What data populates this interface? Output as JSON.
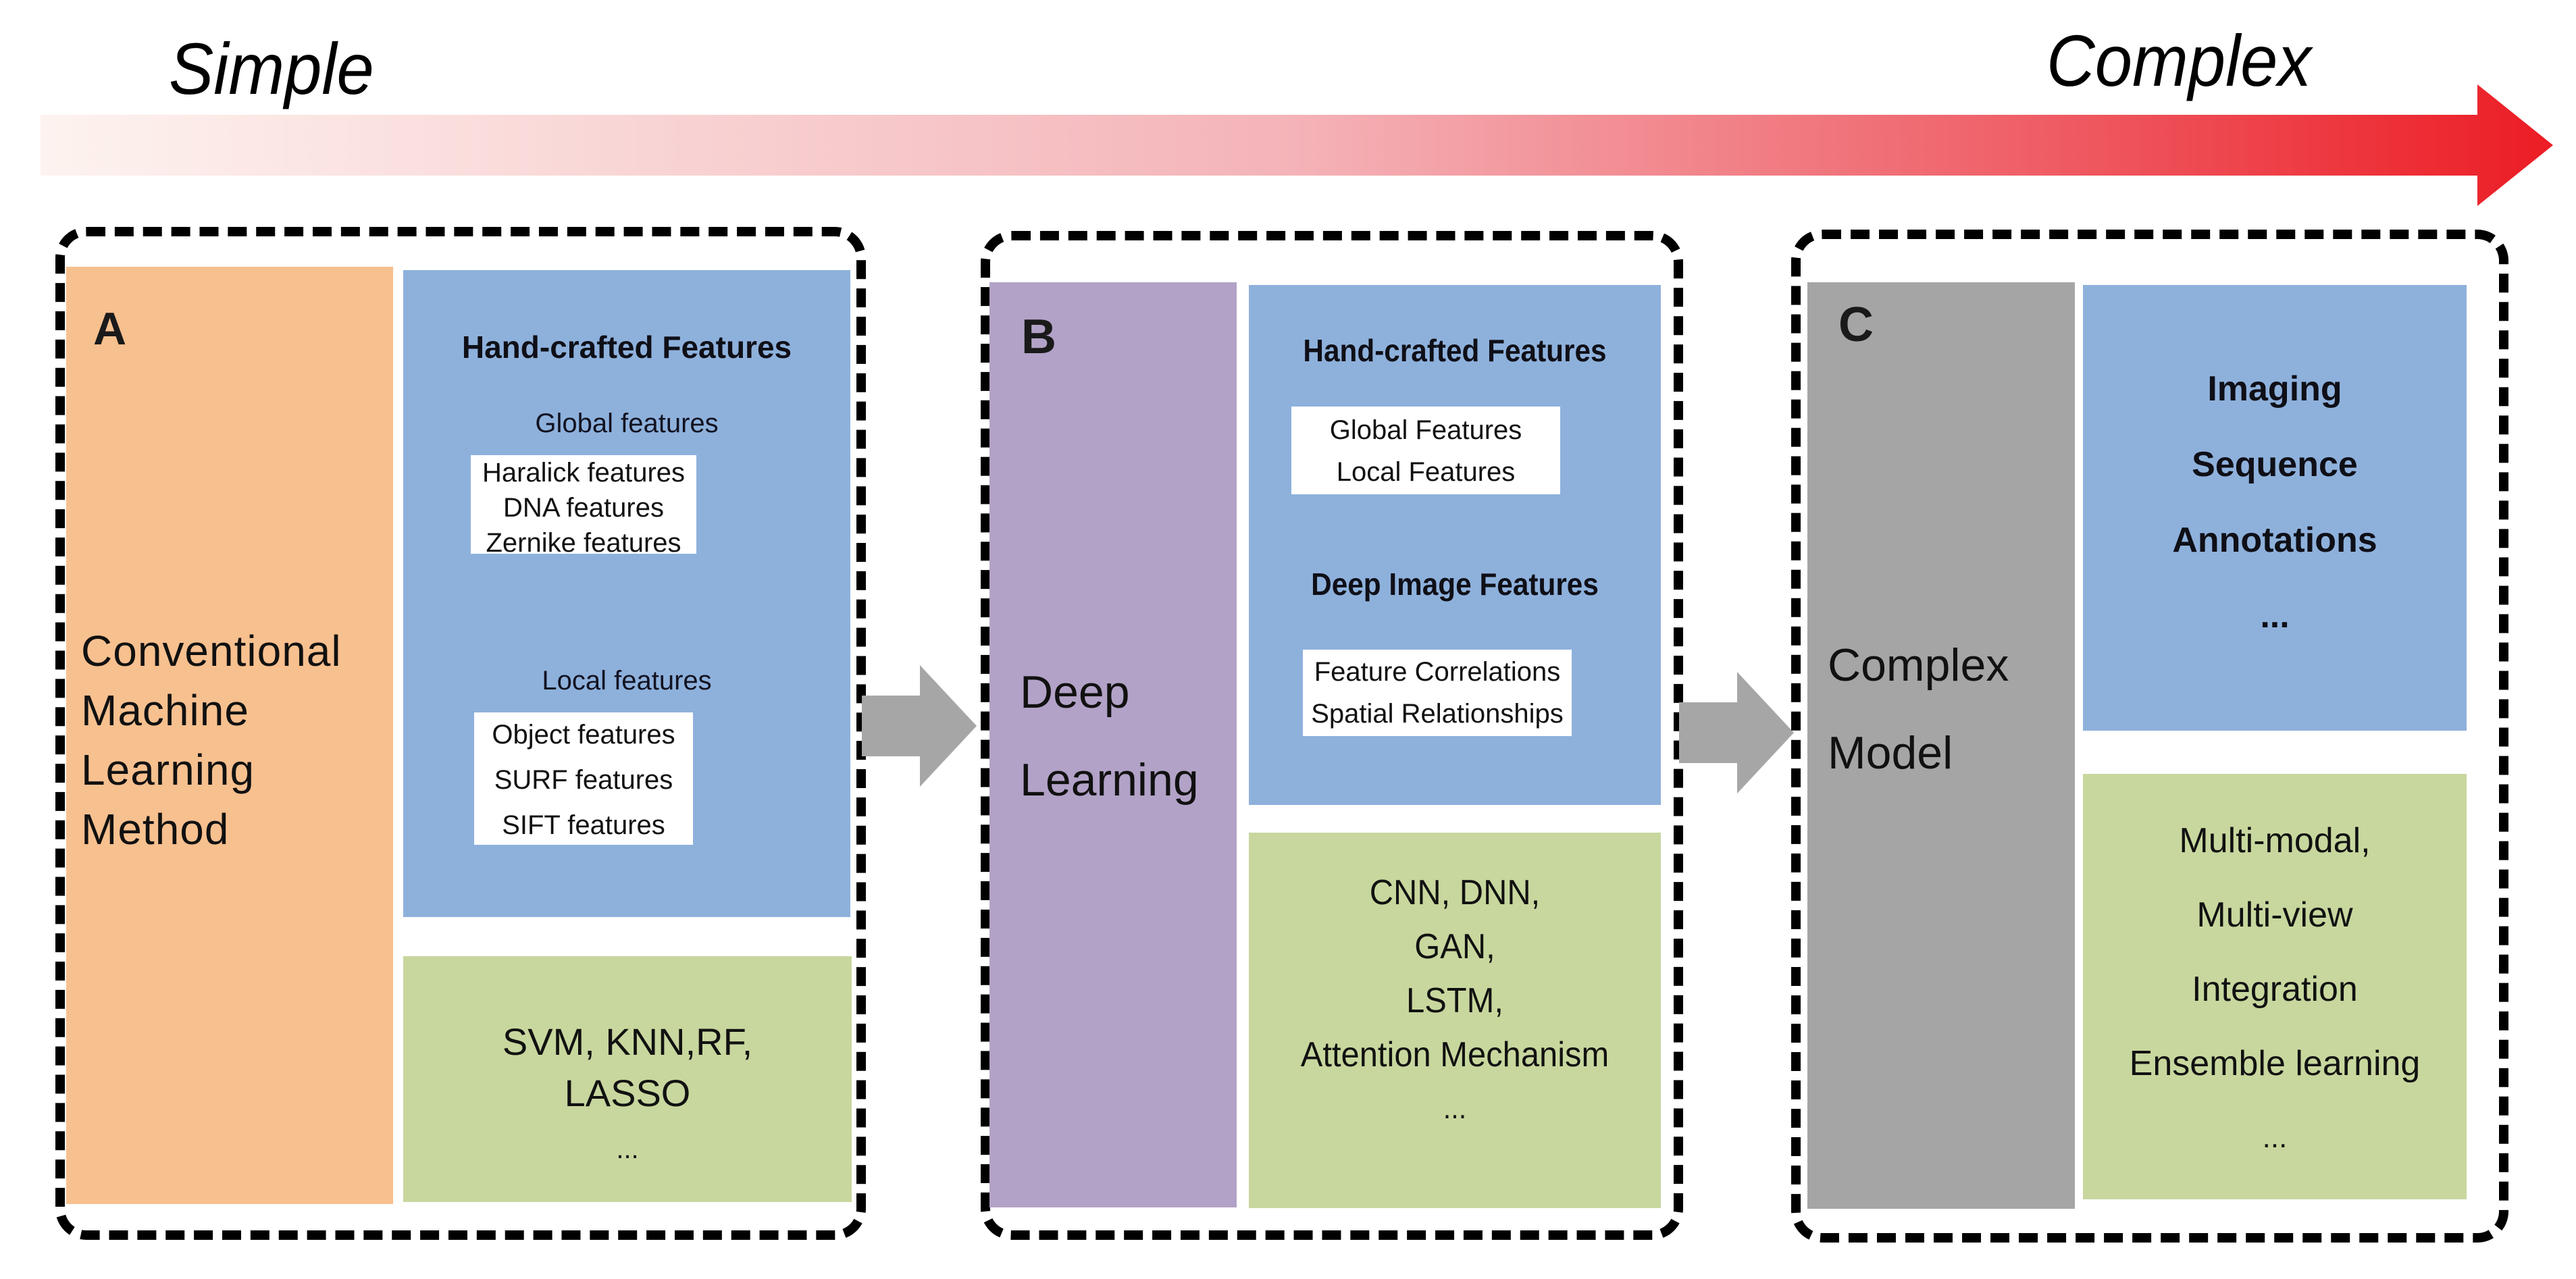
{
  "scale": {
    "start_label": "Simple",
    "end_label": "Complex",
    "arrow_colors": {
      "start": "#fdf3ef",
      "end": "#ec1c24"
    }
  },
  "colors": {
    "panel_a_main": "#f7c08f",
    "panel_b_main": "#b2a2c7",
    "panel_c_main": "#a5a5a5",
    "features_box": "#8eb1dc",
    "methods_box": "#c8d79e",
    "connector_arrow": "#a6a6a6"
  },
  "panels": [
    {
      "letter": "A",
      "title_lines": [
        "Conventional",
        "Machine",
        "Learning",
        "Method"
      ],
      "features": {
        "heading": "Hand-crafted Features",
        "groups": [
          {
            "label": "Global features",
            "items": [
              "Haralick features",
              "DNA features",
              "Zernike features"
            ]
          },
          {
            "label": "Local features",
            "items": [
              "Object features",
              "SURF features",
              "SIFT features"
            ]
          }
        ]
      },
      "methods": [
        "SVM, KNN,RF,",
        "LASSO",
        "..."
      ]
    },
    {
      "letter": "B",
      "title_lines": [
        "Deep",
        "Learning"
      ],
      "features": {
        "groups": [
          {
            "label": "Hand-crafted Features",
            "items": [
              "Global Features",
              "Local Features"
            ]
          },
          {
            "label": "Deep Image Features",
            "items": [
              "Feature Correlations",
              "Spatial Relationships"
            ]
          }
        ]
      },
      "methods": [
        "CNN, DNN,",
        "GAN,",
        "LSTM,",
        "Attention Mechanism",
        "..."
      ]
    },
    {
      "letter": "C",
      "title_lines": [
        "Complex",
        "Model"
      ],
      "features": {
        "items": [
          "Imaging",
          "Sequence",
          "Annotations",
          "..."
        ]
      },
      "methods": [
        "Multi-modal,",
        "Multi-view",
        "Integration",
        "Ensemble learning",
        "..."
      ]
    }
  ]
}
